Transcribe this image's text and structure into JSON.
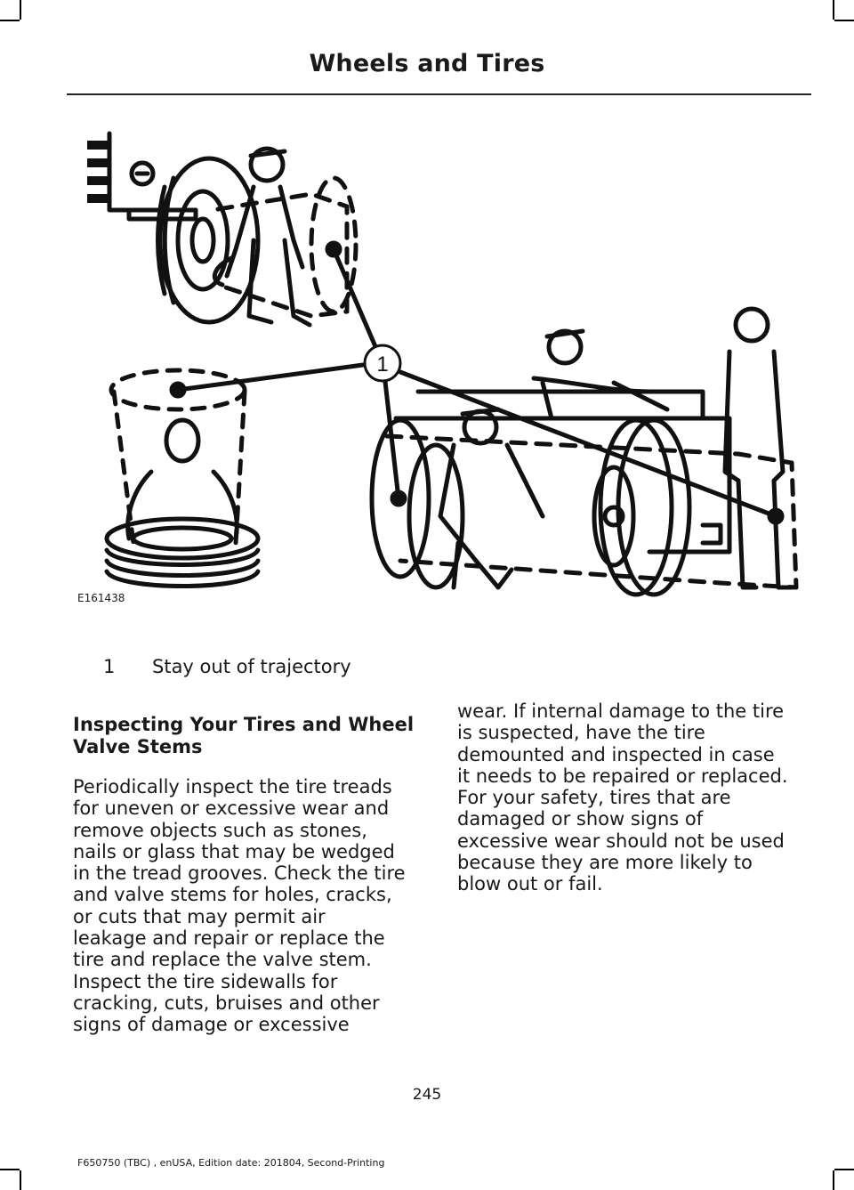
{
  "header": {
    "title": "Wheels and Tires"
  },
  "figure": {
    "code": "E161438",
    "callout_number": "1",
    "illustration": "tire-safety-trajectory-illustration"
  },
  "legend": [
    {
      "number": "1",
      "text": "Stay out of trajectory"
    }
  ],
  "section": {
    "heading": "Inspecting Your Tires and Wheel Valve Stems",
    "left_column": [
      "Periodically inspect the tire treads",
      "for uneven or excessive wear and",
      "remove objects such as stones,",
      "nails or glass that may be wedged",
      "in the tread grooves. Check the tire",
      "and valve stems for holes, cracks,",
      "or cuts that may permit air",
      "leakage and repair or replace the",
      "tire and replace the valve stem.",
      "Inspect the tire sidewalls for",
      "cracking, cuts, bruises and other",
      "signs of damage or excessive"
    ],
    "right_column": [
      "wear. If internal damage to the tire",
      "is suspected, have the tire",
      "demounted and inspected in case",
      "it needs to be repaired or replaced.",
      "For your safety, tires that are",
      "damaged or show signs of",
      "excessive wear should not be used",
      "because they are more likely to",
      "blow out or fail."
    ]
  },
  "footer": {
    "page_number": "245",
    "edition": "F650750 (TBC) , enUSA, Edition date: 201804, Second-Printing"
  }
}
